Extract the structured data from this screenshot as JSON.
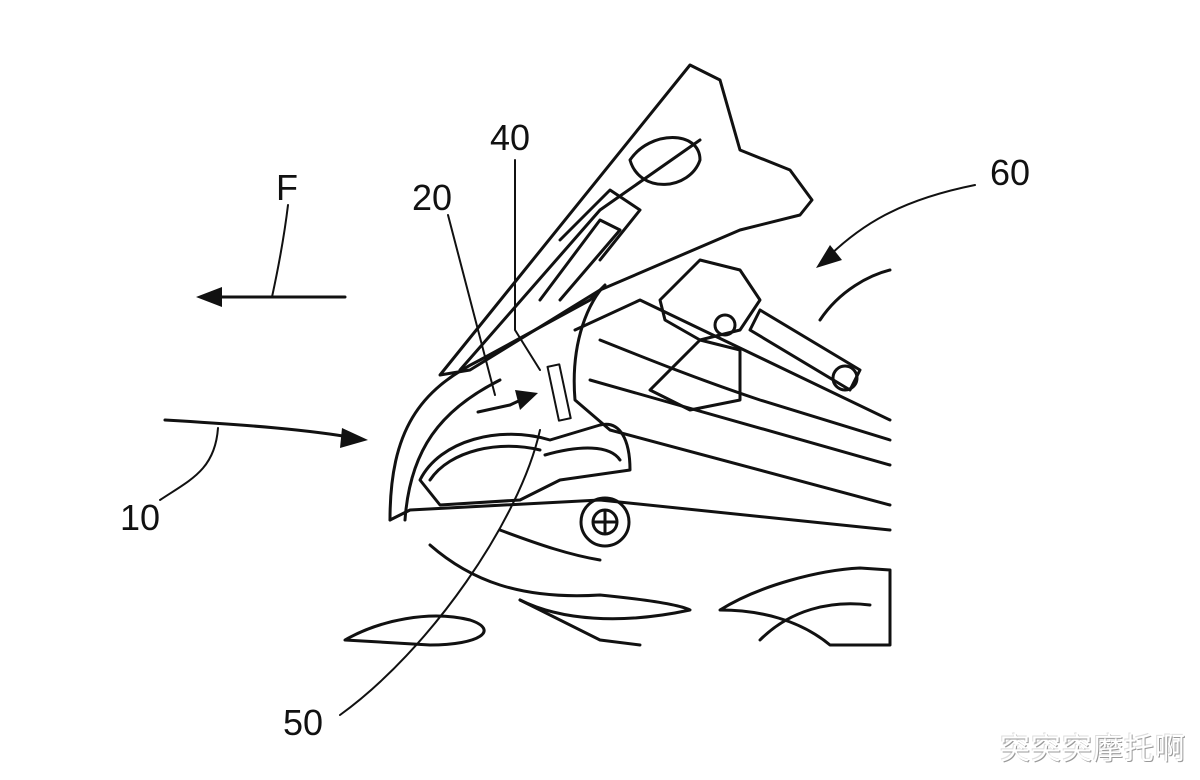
{
  "figure": {
    "labels": {
      "forward": "F",
      "ref_10": "10",
      "ref_20": "20",
      "ref_40": "40",
      "ref_50": "50",
      "ref_60": "60"
    },
    "watermark": "突突突摩托啊"
  }
}
